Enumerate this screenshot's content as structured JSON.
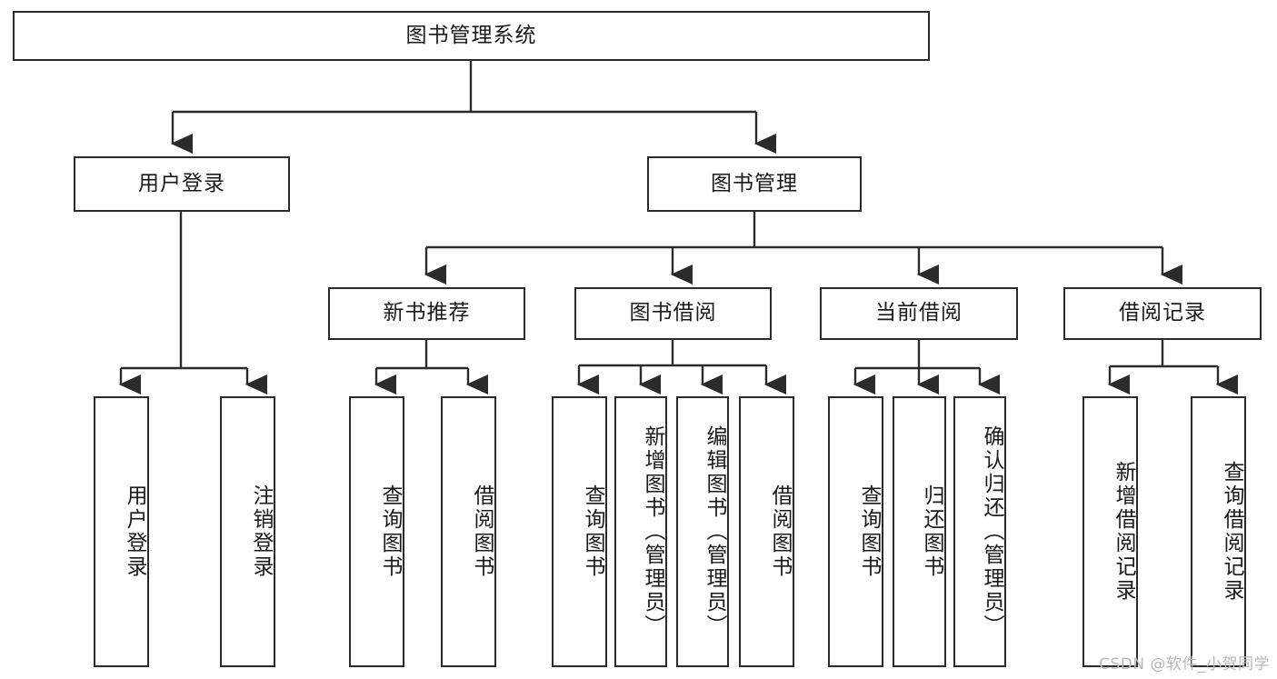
{
  "diagram": {
    "title": "图书管理系统",
    "type": "tree-hierarchy-chart",
    "root": {
      "label": "图书管理系统"
    },
    "level2": [
      {
        "label": "用户登录"
      },
      {
        "label": "图书管理"
      }
    ],
    "level3": [
      {
        "label": "新书推荐"
      },
      {
        "label": "图书借阅"
      },
      {
        "label": "当前借阅"
      },
      {
        "label": "借阅记录"
      }
    ],
    "leaves": [
      {
        "label": "用户登录",
        "parent": "用户登录"
      },
      {
        "label": "注销登录",
        "parent": "用户登录"
      },
      {
        "label": "查询图书",
        "parent": "新书推荐"
      },
      {
        "label": "借阅图书",
        "parent": "新书推荐"
      },
      {
        "label": "查询图书",
        "parent": "图书借阅"
      },
      {
        "label": "新增图书（管理员）",
        "parent": "图书借阅"
      },
      {
        "label": "编辑图书（管理员）",
        "parent": "图书借阅"
      },
      {
        "label": "借阅图书",
        "parent": "图书借阅"
      },
      {
        "label": "查询图书",
        "parent": "当前借阅"
      },
      {
        "label": "归还图书",
        "parent": "当前借阅"
      },
      {
        "label": "确认归还（管理员）",
        "parent": "当前借阅"
      },
      {
        "label": "新增借阅记录",
        "parent": "借阅记录"
      },
      {
        "label": "查询借阅记录",
        "parent": "借阅记录"
      }
    ]
  },
  "watermark": {
    "text": "CSDN @软件_小贺同学"
  },
  "colors": {
    "stroke": "#2b2b2b",
    "fill": "#ffffff",
    "text": "#1a1a1a",
    "watermark": "#b9b9b9"
  }
}
